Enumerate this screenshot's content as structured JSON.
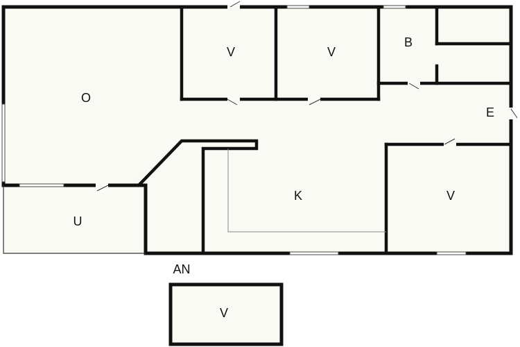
{
  "rooms": [
    {
      "id": "o",
      "label": "O"
    },
    {
      "id": "v1",
      "label": "V"
    },
    {
      "id": "v2",
      "label": "V"
    },
    {
      "id": "b",
      "label": "B"
    },
    {
      "id": "e",
      "label": "E"
    },
    {
      "id": "k",
      "label": "K"
    },
    {
      "id": "v3",
      "label": "V"
    },
    {
      "id": "u",
      "label": "U"
    },
    {
      "id": "v4",
      "label": "V"
    }
  ],
  "annex_label": "AN"
}
